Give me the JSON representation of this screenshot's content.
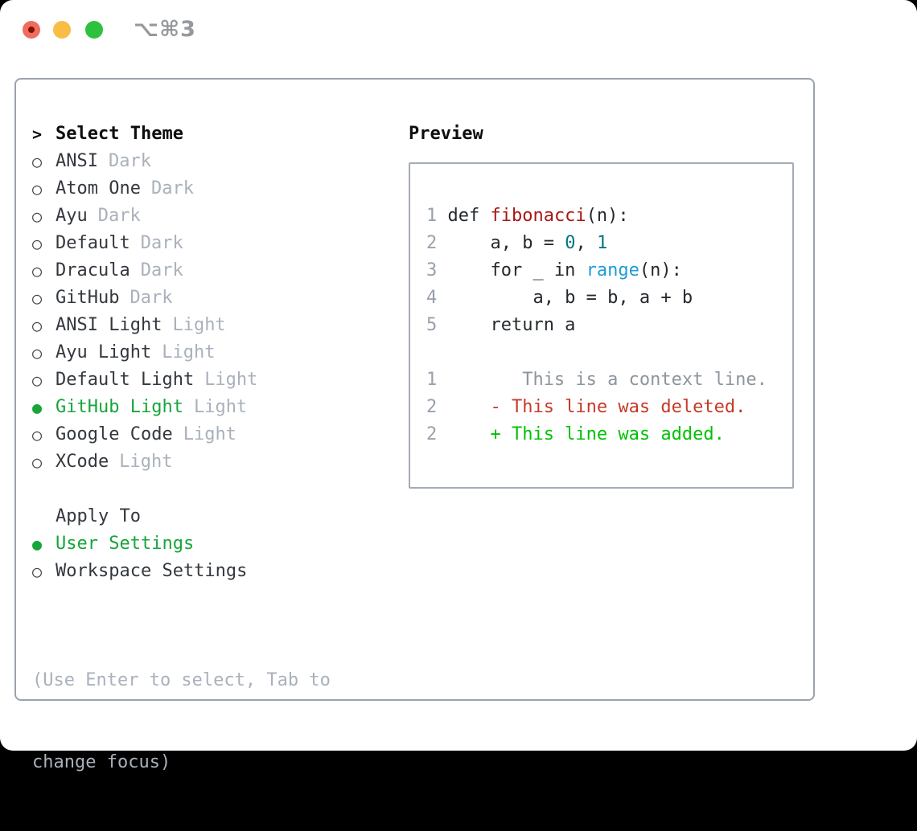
{
  "titlebar": {
    "title": "⌥⌘3"
  },
  "theme_picker": {
    "header_prefix": ">",
    "header": "Select Theme",
    "items": [
      {
        "marker": "○",
        "name": "ANSI",
        "tag": "Dark",
        "selected": false
      },
      {
        "marker": "○",
        "name": "Atom One",
        "tag": "Dark",
        "selected": false
      },
      {
        "marker": "○",
        "name": "Ayu",
        "tag": "Dark",
        "selected": false
      },
      {
        "marker": "○",
        "name": "Default",
        "tag": "Dark",
        "selected": false
      },
      {
        "marker": "○",
        "name": "Dracula",
        "tag": "Dark",
        "selected": false
      },
      {
        "marker": "○",
        "name": "GitHub",
        "tag": "Dark",
        "selected": false
      },
      {
        "marker": "○",
        "name": "ANSI Light",
        "tag": "Light",
        "selected": false
      },
      {
        "marker": "○",
        "name": "Ayu Light",
        "tag": "Light",
        "selected": false
      },
      {
        "marker": "○",
        "name": "Default Light",
        "tag": "Light",
        "selected": false
      },
      {
        "marker": "●",
        "name": "GitHub Light",
        "tag": "Light",
        "selected": true
      },
      {
        "marker": "○",
        "name": "Google Code",
        "tag": "Light",
        "selected": false
      },
      {
        "marker": "○",
        "name": "XCode",
        "tag": "Light",
        "selected": false
      }
    ]
  },
  "apply_to": {
    "header": "Apply To",
    "options": [
      {
        "marker": "●",
        "label": "User Settings",
        "selected": true
      },
      {
        "marker": "○",
        "label": "Workspace Settings",
        "selected": false
      }
    ]
  },
  "hint": {
    "line1": "(Use Enter to select, Tab to",
    "line2": "change focus)"
  },
  "preview": {
    "header": "Preview",
    "code": [
      {
        "num": "1",
        "s0": "def ",
        "s1": "fibonacci",
        "s2": "(n):"
      },
      {
        "num": "2",
        "s0": "    a, b = ",
        "s1": "0",
        "s2": ", ",
        "s3": "1"
      },
      {
        "num": "3",
        "s0": "    for _ in ",
        "s1": "range",
        "s2": "(n):"
      },
      {
        "num": "4",
        "s0": "        a, b = b, a + b"
      },
      {
        "num": "5",
        "s0": "    return a"
      }
    ],
    "diff": [
      {
        "num": "1",
        "text": "       This is a context line."
      },
      {
        "num": "2",
        "text": "    - This line was deleted."
      },
      {
        "num": "2",
        "text": "    + This line was added."
      }
    ]
  },
  "colors": {
    "accent_green": "#17a53a",
    "added_green": "#00c104",
    "deleted_red": "#c43a28",
    "function_red": "#a81616",
    "number_teal": "#00767e",
    "builtin_blue": "#1d9bd6",
    "muted_gray": "#a9b1bc",
    "line_number_gray": "#98a1ad",
    "border_gray": "#9aa3ad",
    "traffic_red": "#f06c5e",
    "traffic_yellow": "#f7bd45",
    "traffic_green": "#2fc13e"
  }
}
